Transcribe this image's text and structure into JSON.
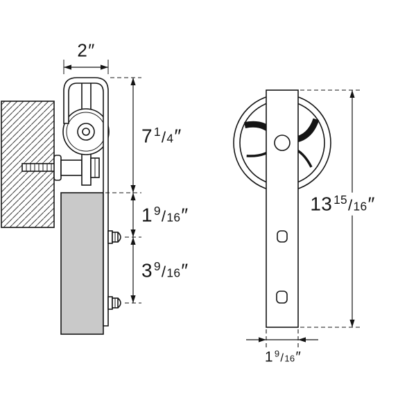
{
  "shared": {
    "unit_mark": "″",
    "fraction_slash": "/"
  },
  "colors": {
    "door_fill": "#c9c9c9",
    "line": "#141414"
  },
  "side_view": {
    "label": "side-profile-of-hanger-on-wall-mounted-track",
    "dims": {
      "track_width": {
        "whole": "2"
      },
      "hanger_height": {
        "whole": "7",
        "num": "1",
        "den": "4"
      },
      "door_top_to_first_hole": {
        "whole": "1",
        "num": "9",
        "den": "16"
      },
      "hole_spacing": {
        "whole": "3",
        "num": "9",
        "den": "16"
      }
    }
  },
  "front_view": {
    "label": "front-view-of-spoked-roller-and-strap",
    "dims": {
      "strap_length": {
        "whole": "13",
        "num": "15",
        "den": "16"
      },
      "strap_width": {
        "whole": "1",
        "num": "9",
        "den": "16"
      }
    }
  }
}
